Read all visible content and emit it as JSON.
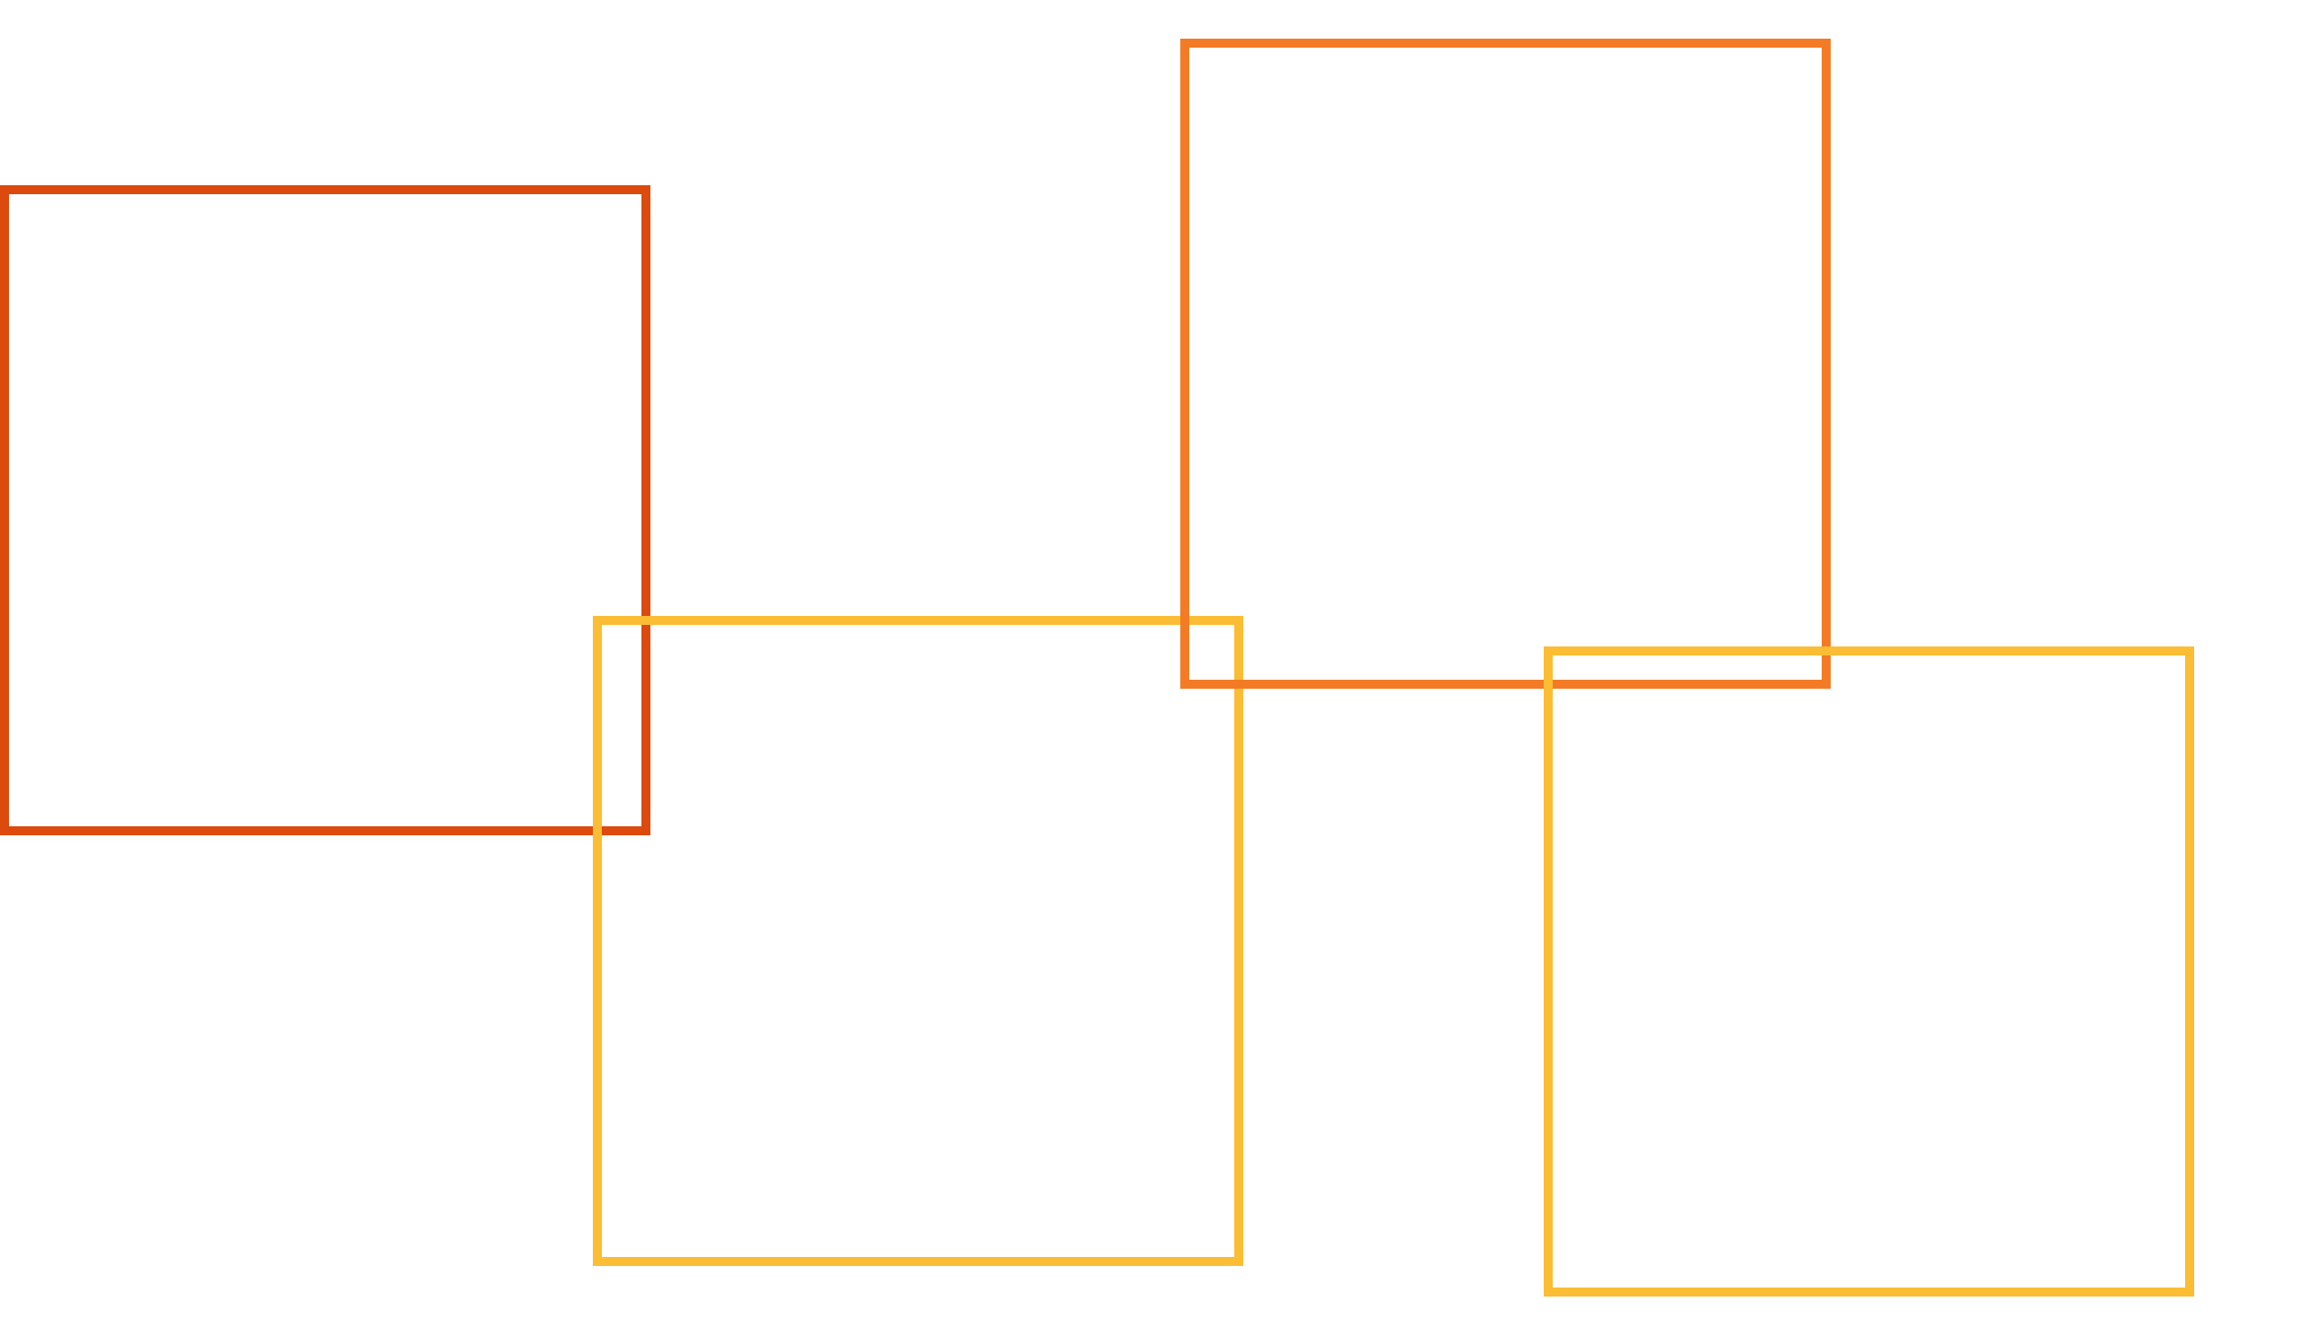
{
  "frames": [
    {
      "name": "square-outline-dark-orange",
      "color": "#dc4a0e"
    },
    {
      "name": "square-outline-yellow-left",
      "color": "#fbbd33"
    },
    {
      "name": "square-outline-orange",
      "color": "#f47b25"
    },
    {
      "name": "square-outline-yellow-right",
      "color": "#fbbd33"
    }
  ]
}
